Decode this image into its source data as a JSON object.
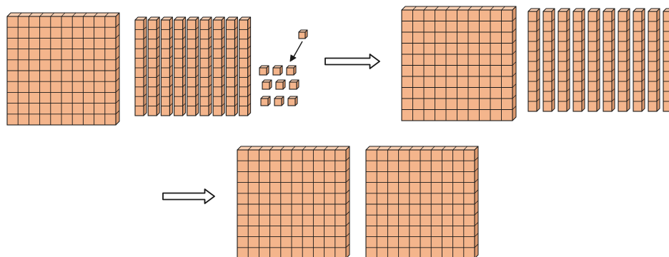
{
  "colors": {
    "front": "#f4b58c",
    "top": "#f9cfb2",
    "side": "#dd9a6f",
    "line": "#1a1a1a",
    "background": "#ffffff",
    "arrow_fill": "#ffffff"
  },
  "diagram": {
    "stage_1": {
      "flats": 1,
      "rods": 9,
      "units": 10
    },
    "stage_2": {
      "flats": 1,
      "rods": 10,
      "units": 0
    },
    "stage_3": {
      "flats": 2,
      "rods": 0,
      "units": 0
    },
    "arrows": 2
  }
}
